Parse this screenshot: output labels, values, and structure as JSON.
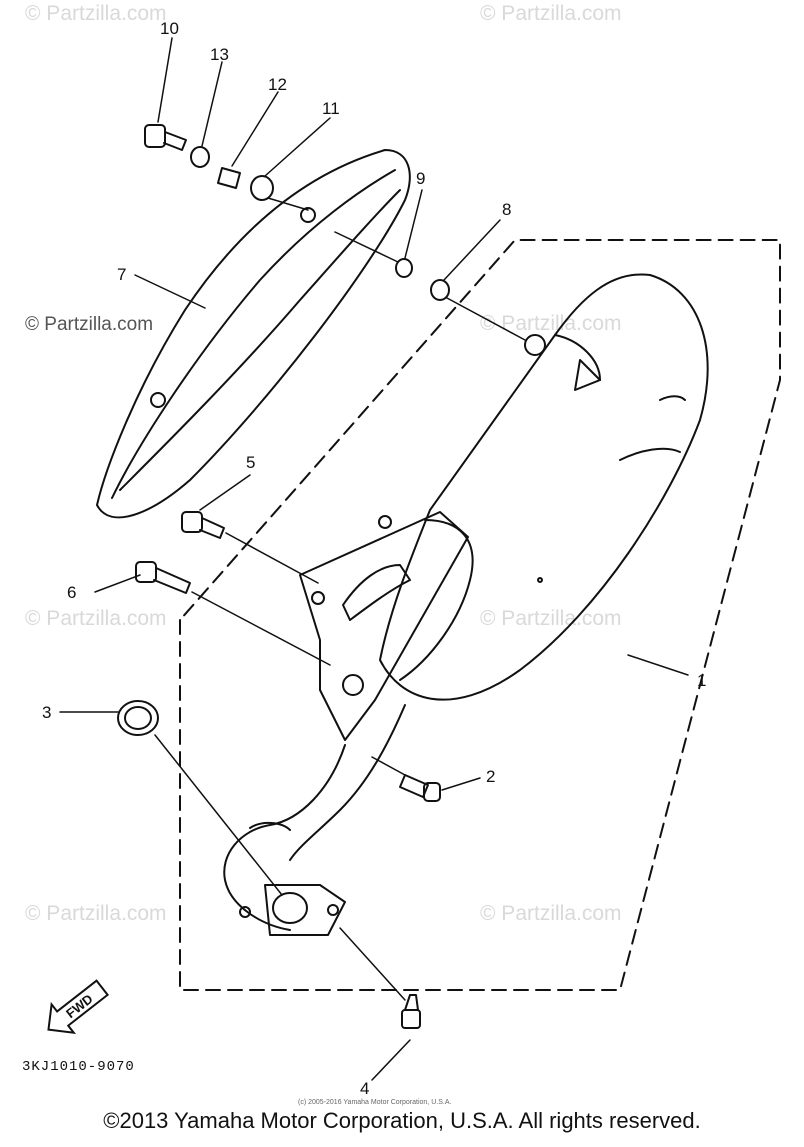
{
  "watermark": "© Partzilla.com",
  "part_number": "3KJ1010-9070",
  "fwd_label": "FWD",
  "credit_line": "(c) 2005-2016 Yamaha Motor Corporation, U.S.A.",
  "copyright": "©2013 Yamaha Motor Corporation, U.S.A. All rights reserved.",
  "callouts": [
    "1",
    "2",
    "3",
    "4",
    "5",
    "6",
    "7",
    "8",
    "9",
    "10",
    "11",
    "12",
    "13"
  ]
}
